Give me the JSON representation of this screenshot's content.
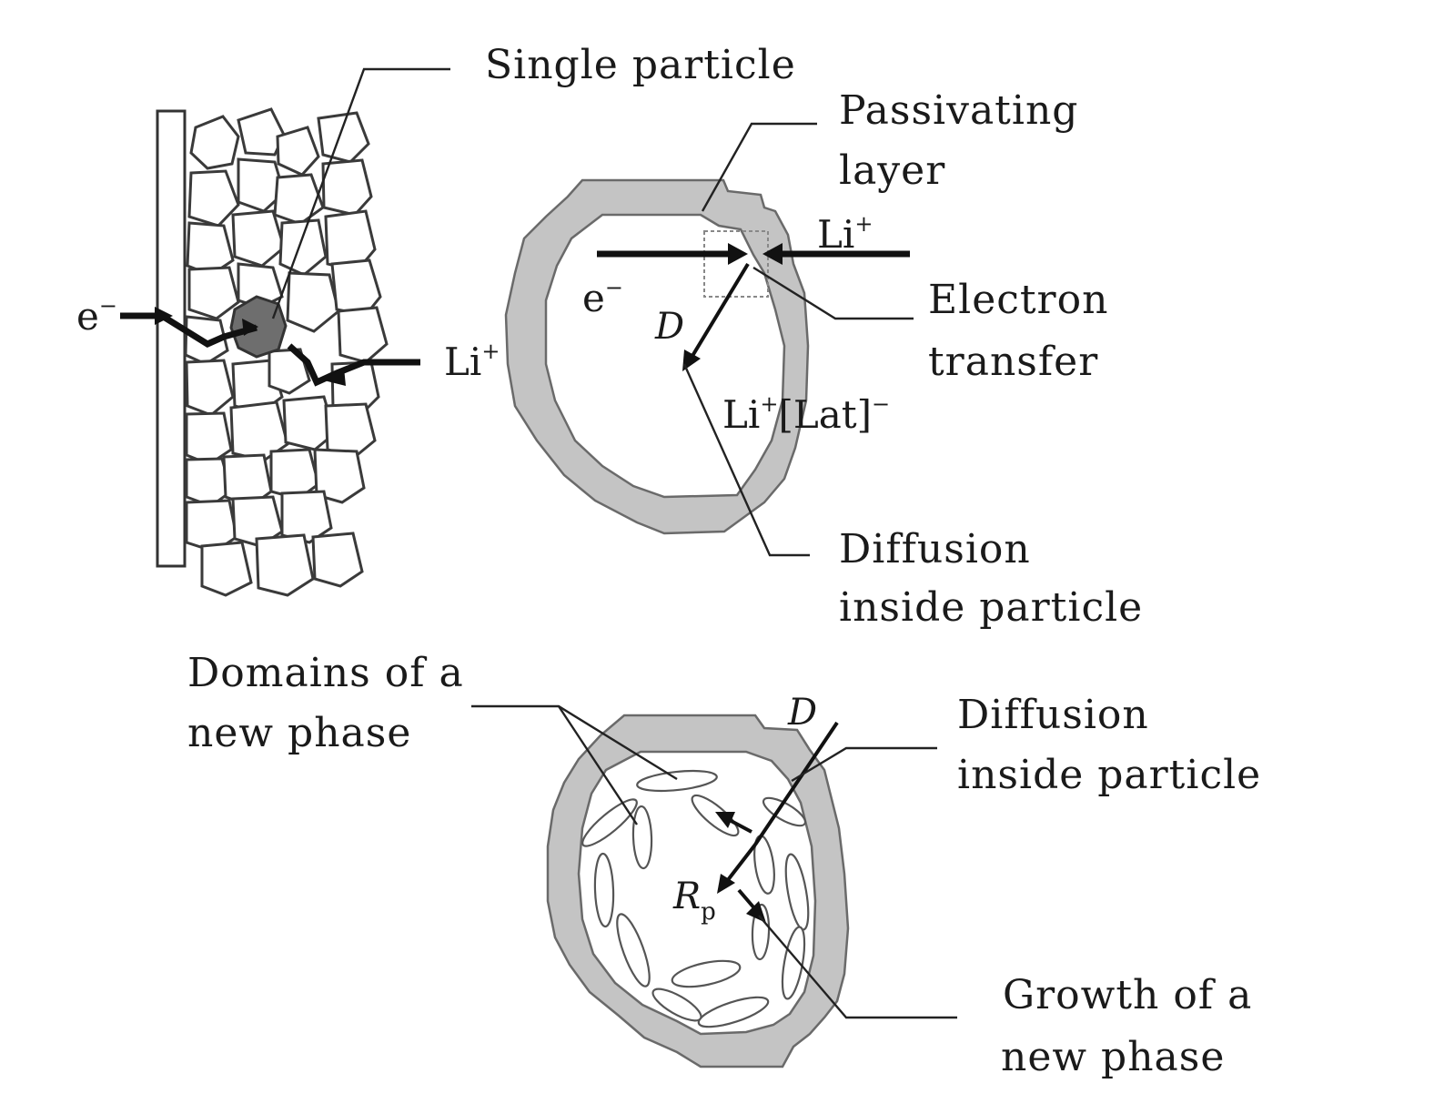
{
  "labels": {
    "single_particle": "Single particle",
    "passivating_1": "Passivating",
    "passivating_2": "layer",
    "electron_1": "Electron",
    "electron_2": "transfer",
    "diff1_1": "Diffusion",
    "diff1_2": "inside particle",
    "domains_1": "Domains of a",
    "domains_2": "new phase",
    "diff2_1": "Diffusion",
    "diff2_2": "inside particle",
    "growth_1": "Growth of a",
    "growth_2": "new phase"
  },
  "symbols": {
    "e_left": "e",
    "e_left_sup": "−",
    "li_left": "Li",
    "li_left_sup": "+",
    "li_top": "Li",
    "li_top_sup": "+",
    "e_inner": "e",
    "e_inner_sup": "−",
    "d1": "D",
    "lilat_a": "Li",
    "lilat_a_sup": "+",
    "lilat_b": "[Lat]",
    "lilat_b_sup": "−",
    "d2": "D",
    "rp": "R",
    "rp_sub": "p"
  },
  "colors": {
    "shell": "#c4c4c4",
    "ink": "#111111",
    "active_particle": "#6e6e6e"
  }
}
